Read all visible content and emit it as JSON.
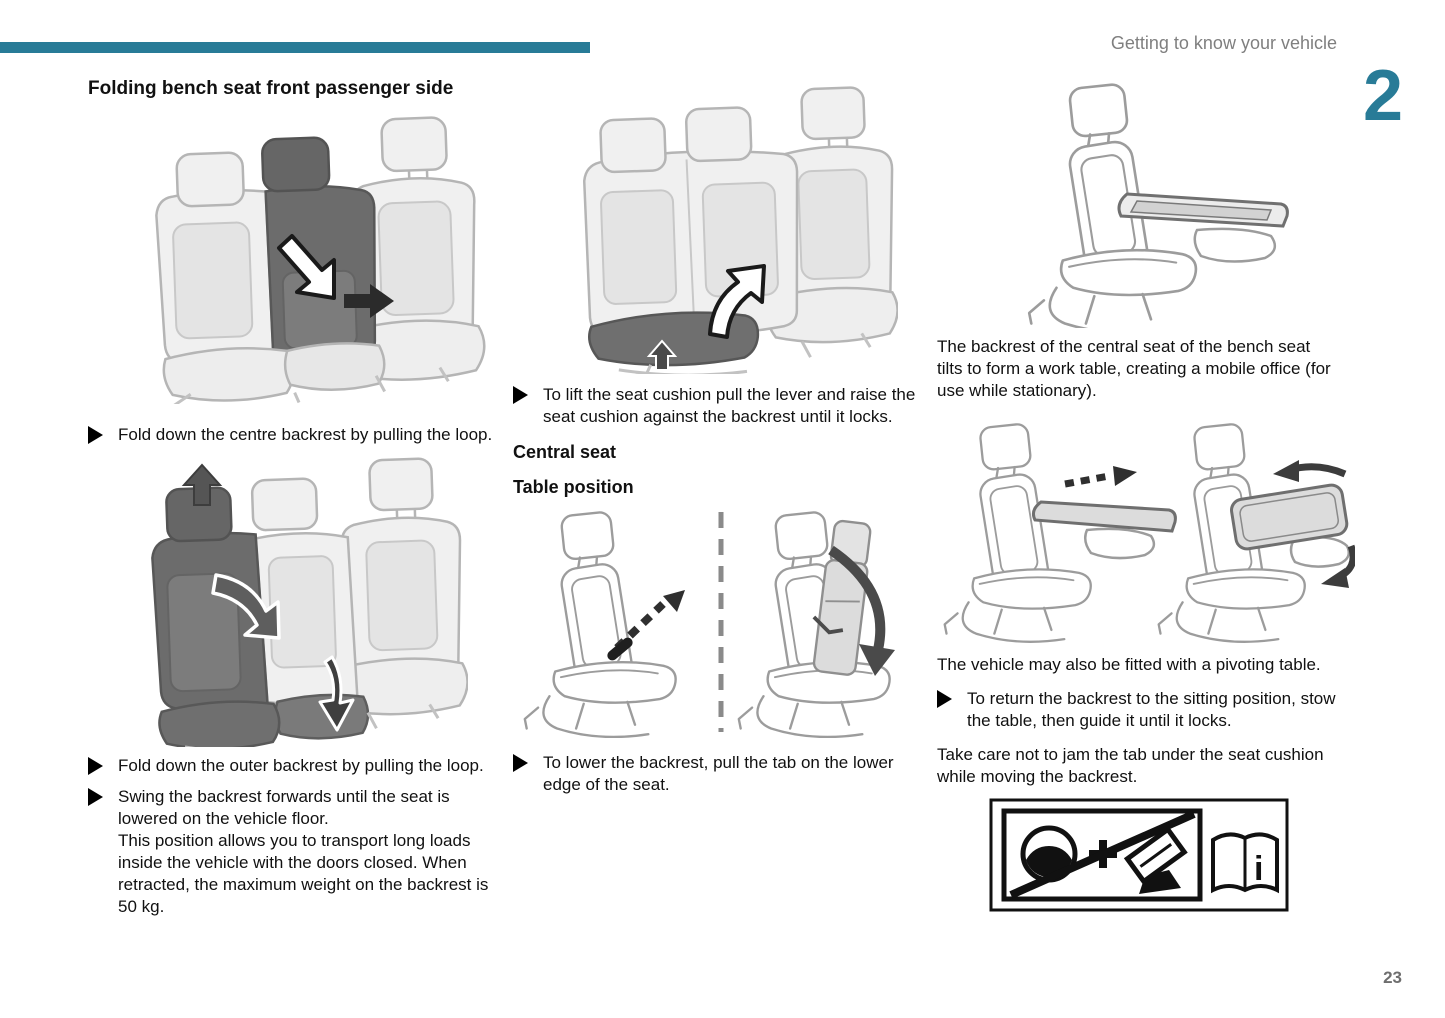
{
  "page": {
    "header": "Getting to know your vehicle",
    "chapter_number": "2",
    "page_number": "23"
  },
  "colors": {
    "accent_teal": "#287b97",
    "header_gray": "#7f7f7f",
    "body_black": "#111111",
    "highlight_seat_gray": "#6c6c6c"
  },
  "left_column": {
    "heading": "Folding bench seat front passenger side",
    "bullet_1": "Fold down the centre backrest by pulling the loop.",
    "bullet_2": "Fold down the outer backrest by pulling the loop.",
    "bullet_3": "Swing the backrest forwards until the seat is lowered on the vehicle floor.\nThis position allows you to transport long loads inside the vehicle with the doors closed. When retracted, the maximum weight on the backrest is 50 kg.",
    "figure_1": "bench-seat-fold-centre-backrest-illustration",
    "figure_2": "bench-seat-fold-outer-backrest-illustration"
  },
  "middle_column": {
    "bullet_1": "To lift the seat cushion pull the lever and raise the seat cushion against the backrest until it locks.",
    "heading_central_seat": "Central seat",
    "heading_table_position": "Table position",
    "bullet_2": "To lower the backrest, pull the tab on the lower edge of the seat.",
    "figure_1": "bench-seat-lift-seat-cushion-illustration",
    "figure_2": "central-seat-table-position-steps-illustration"
  },
  "right_column": {
    "para_1": "The backrest of the central seat of the bench seat tilts to form a work table, creating a mobile office (for use while stationary).",
    "para_2": "The vehicle may also be fitted with a pivoting table.",
    "bullet_1": "To return the backrest to the sitting position, stow the table, then guide it until it locks.",
    "para_3": "Take care not to jam the tab under the seat cushion while moving the backrest.",
    "figure_1": "seat-with-work-table-illustration",
    "figure_2": "pivoting-table-steps-illustration",
    "figure_3": "do-not-drive-with-table-deployed-pictogram"
  }
}
